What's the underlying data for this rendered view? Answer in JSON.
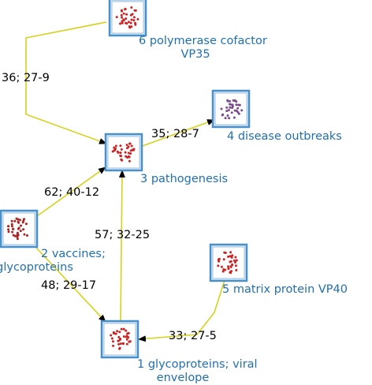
{
  "nodes": [
    {
      "id": "6",
      "label_lines": [
        "6 polymerase cofactor",
        "VP35"
      ],
      "dot_color": "#cc2222"
    },
    {
      "id": "3",
      "label_lines": [
        "3 pathogenesis"
      ],
      "dot_color": "#cc2222"
    },
    {
      "id": "4",
      "label_lines": [
        "4 disease outbreaks"
      ],
      "dot_color": "#7a4a8c"
    },
    {
      "id": "2",
      "label_lines": [
        "2 vaccines;",
        "glycoproteins"
      ],
      "dot_color": "#aa2222"
    },
    {
      "id": "5",
      "label_lines": [
        "5 matrix protein VP40"
      ],
      "dot_color": "#cc2222"
    },
    {
      "id": "1",
      "label_lines": [
        "1 glycoproteins; viral",
        "envelope"
      ],
      "dot_color": "#cc2222"
    }
  ],
  "edges": [
    {
      "from": "6",
      "to": "3",
      "label": "36; 27-9"
    },
    {
      "from": "3",
      "to": "4",
      "label": "35; 28-7"
    },
    {
      "from": "2",
      "to": "3",
      "label": "62; 40-12"
    },
    {
      "from": "1",
      "to": "3",
      "label": "57; 32-25"
    },
    {
      "from": "2",
      "to": "1",
      "label": "48; 29-17"
    },
    {
      "from": "5",
      "to": "1",
      "label": "33; 27-5"
    }
  ],
  "colors": {
    "edge": "#d6d21c",
    "node_border": "#4a90c8",
    "label": "#1f6fb2"
  }
}
